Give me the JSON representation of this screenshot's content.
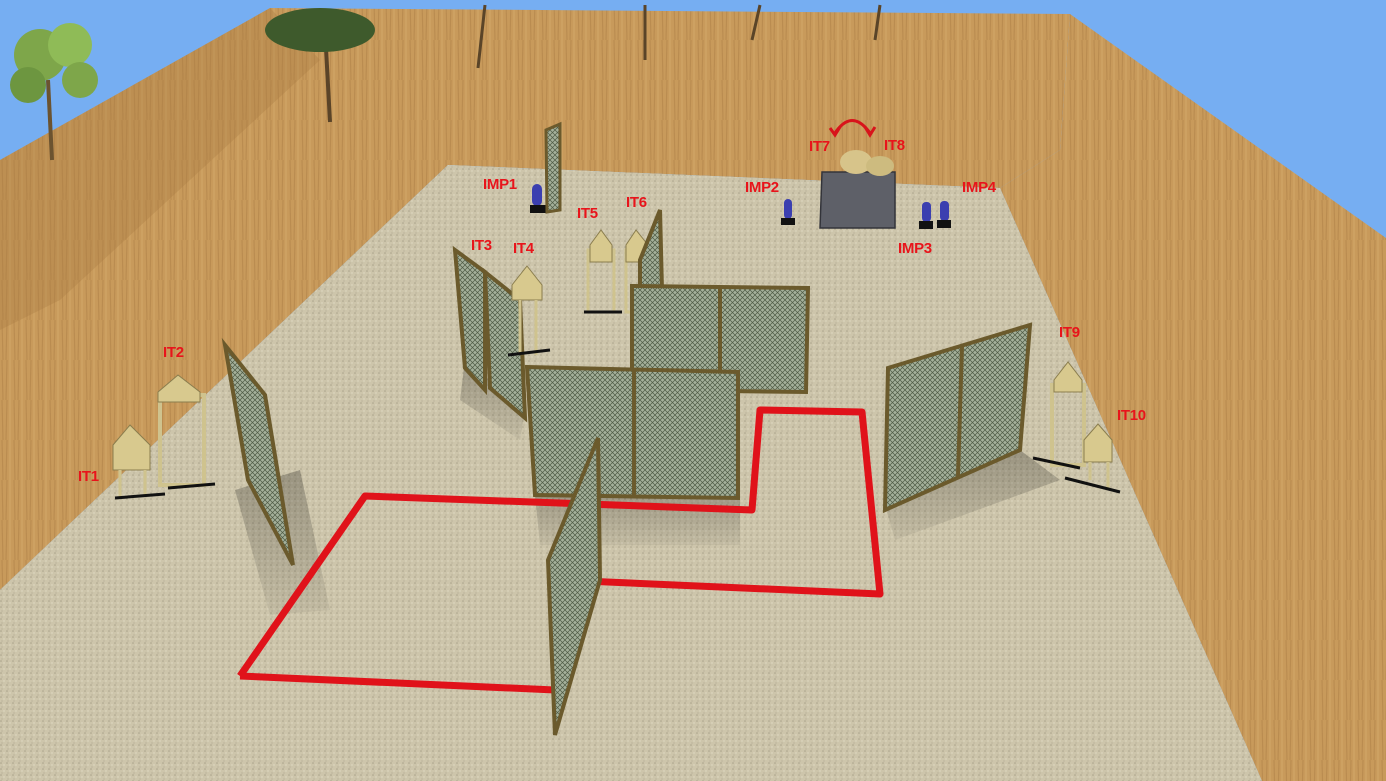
{
  "scene": {
    "colors": {
      "sky": "#76aef2",
      "berm": "#c79a5c",
      "floor": "#cbc3a8",
      "fault_line": "#e0121a",
      "frame": "#7c6a34",
      "mesh": "#9aa890",
      "target_face": "#d8c98e",
      "popper": "#3b3fb0",
      "label": "#e8141b"
    }
  },
  "labels": {
    "it1": "IT1",
    "it2": "IT2",
    "it3": "IT3",
    "it4": "IT4",
    "it5": "IT5",
    "it6": "IT6",
    "it7": "IT7",
    "it8": "IT8",
    "it9": "IT9",
    "it10": "IT10",
    "imp1": "IMP1",
    "imp2": "IMP2",
    "imp3": "IMP3",
    "imp4": "IMP4"
  }
}
